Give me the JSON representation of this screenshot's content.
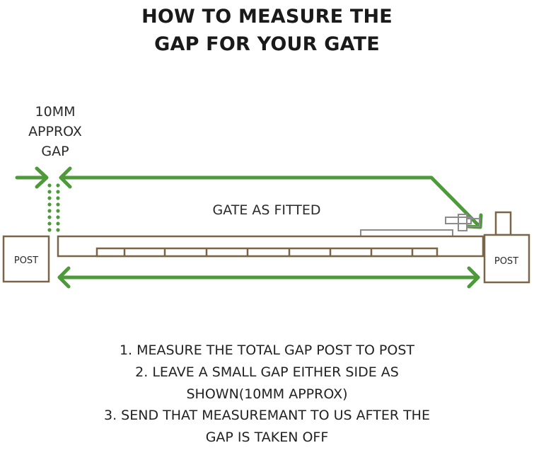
{
  "title": {
    "line1": "HOW TO MEASURE THE",
    "line2": "GAP FOR YOUR GATE"
  },
  "diagram": {
    "gap_label": [
      "10MM",
      "APPROX",
      "GAP"
    ],
    "gate_label": "GATE AS FITTED",
    "left_post_label": "POST",
    "right_post_label": "POST",
    "colors": {
      "arrow": "#4e9a3a",
      "wood": "#7a6546",
      "latch": "#8c8c8c"
    },
    "icons": [
      "arrow-right-icon",
      "arrow-left-icon",
      "double-arrow-icon",
      "dotted-line-icon"
    ]
  },
  "instructions": {
    "step1": "1. MEASURE THE TOTAL GAP POST TO POST",
    "step2_line1": "2. LEAVE A SMALL GAP EITHER SIDE AS",
    "step2_line2": "SHOWN(10MM APPROX)",
    "step3_line1": "3. SEND THAT MEASUREMANT TO US AFTER THE",
    "step3_line2": "GAP IS TAKEN OFF"
  }
}
